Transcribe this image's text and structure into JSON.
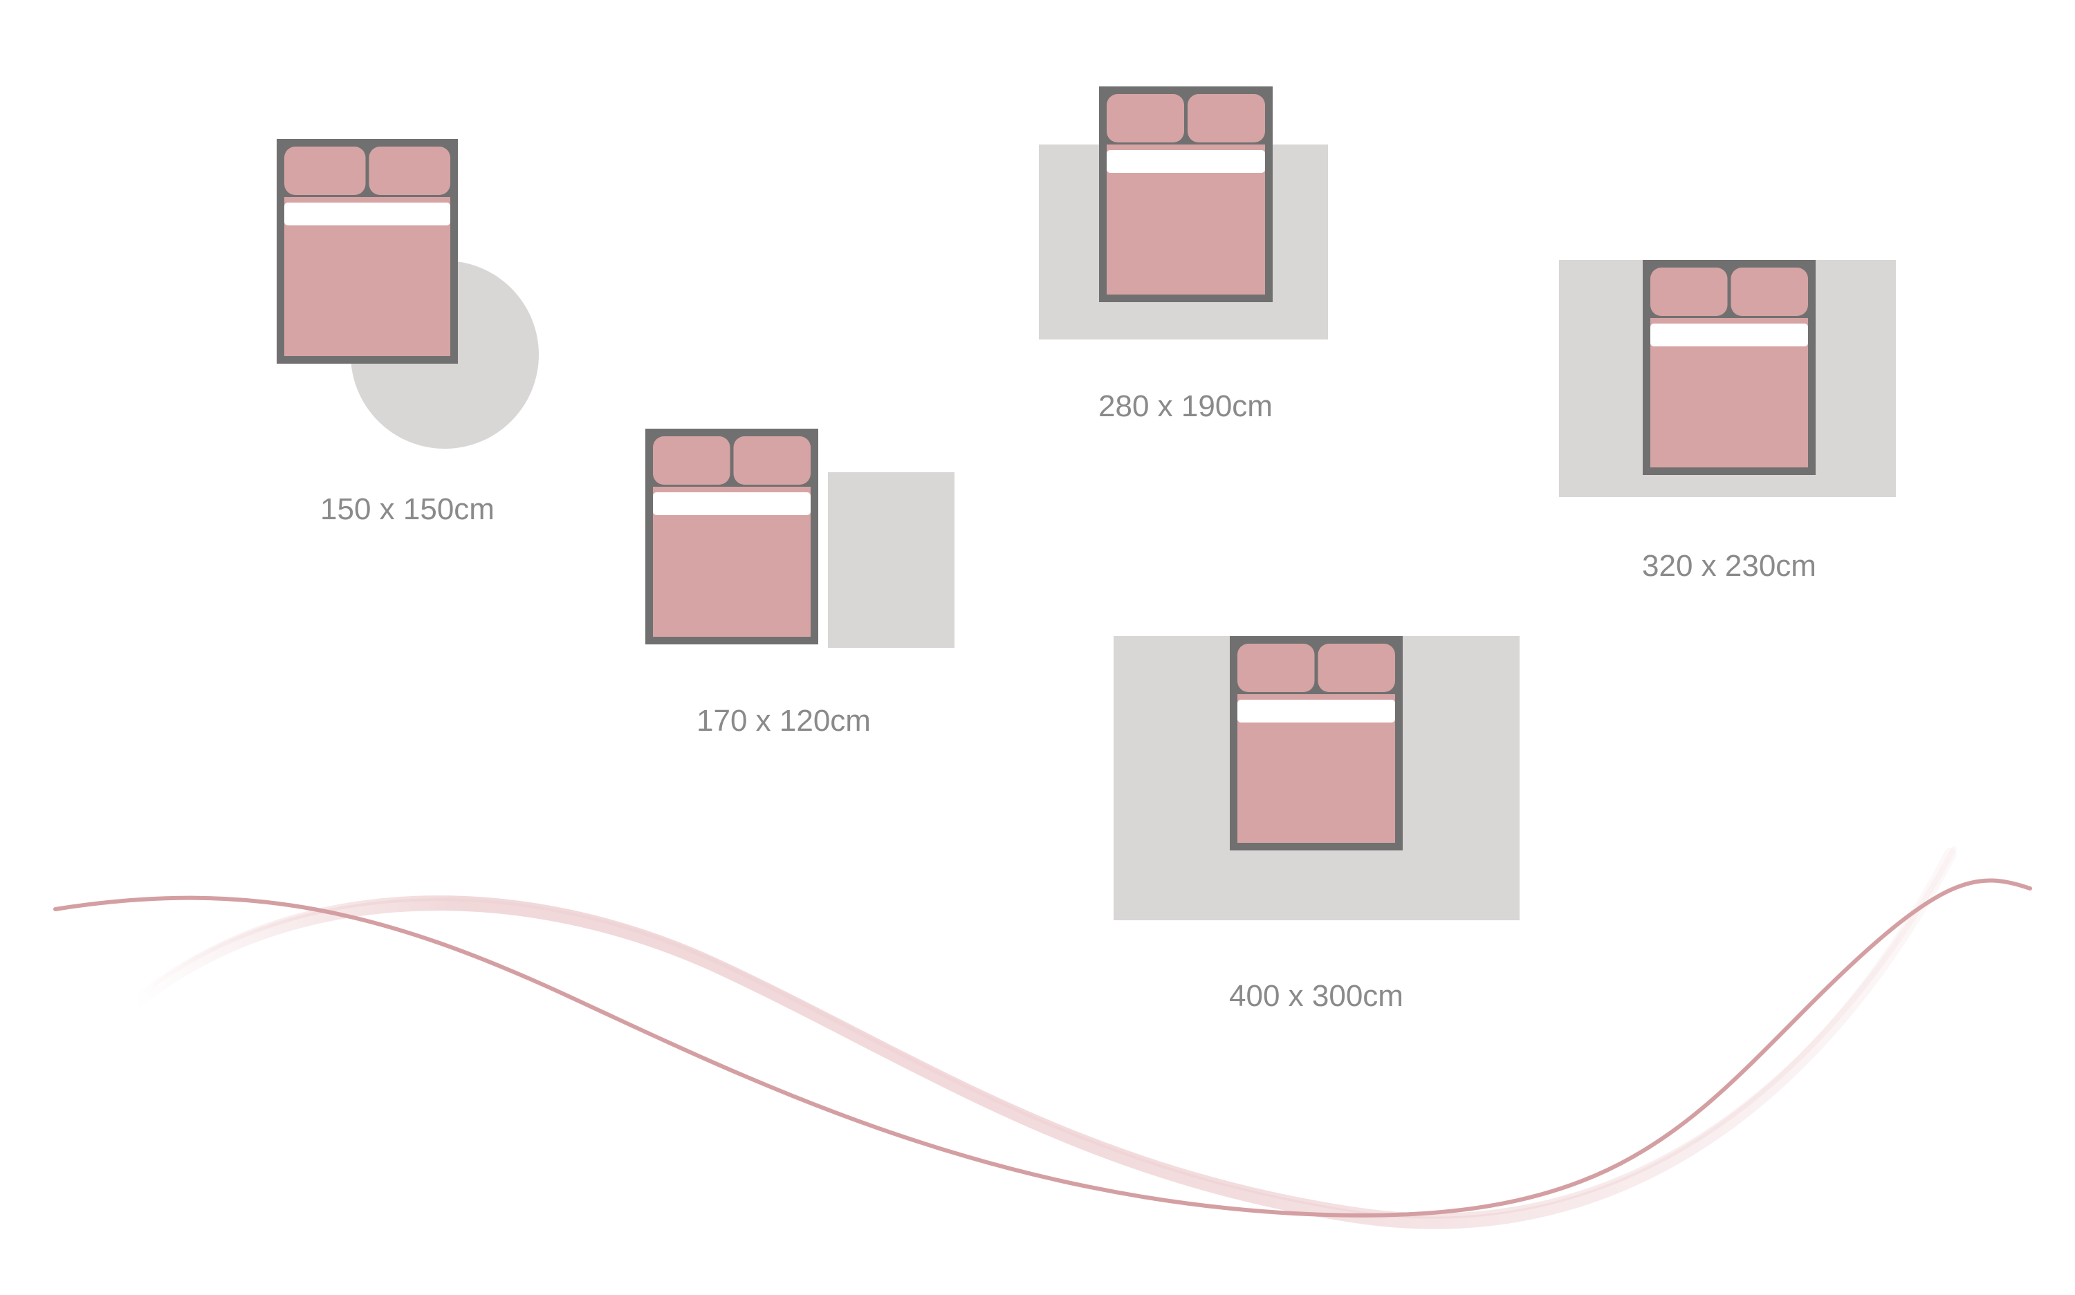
{
  "colors": {
    "background": "#ffffff",
    "rug": "#d9d6d6",
    "bed_frame": "#717071",
    "duvet": "#d6a4a4",
    "pillow": "#d6a4a4",
    "sheet_fold": "#ffffff",
    "label_text": "#8a8a8a",
    "wave_main": "#d49fa2",
    "wave_soft": "#efd3d5"
  },
  "rug_options": [
    {
      "label": "150 x 150cm",
      "rug_shape": "circle",
      "rug_width_cm": 150,
      "rug_depth_cm": 150
    },
    {
      "label": "170 x 120cm",
      "rug_shape": "rectangle",
      "rug_width_cm": 170,
      "rug_depth_cm": 120
    },
    {
      "label": "280 x 190cm",
      "rug_shape": "rectangle",
      "rug_width_cm": 280,
      "rug_depth_cm": 190
    },
    {
      "label": "320 x 230cm",
      "rug_shape": "rectangle",
      "rug_width_cm": 320,
      "rug_depth_cm": 230
    },
    {
      "label": "400 x 300cm",
      "rug_shape": "rectangle",
      "rug_width_cm": 400,
      "rug_depth_cm": 300
    }
  ],
  "icons": {
    "bed": "double-bed-icon",
    "rug": "rug-icon",
    "wave": "decorative-wave"
  }
}
